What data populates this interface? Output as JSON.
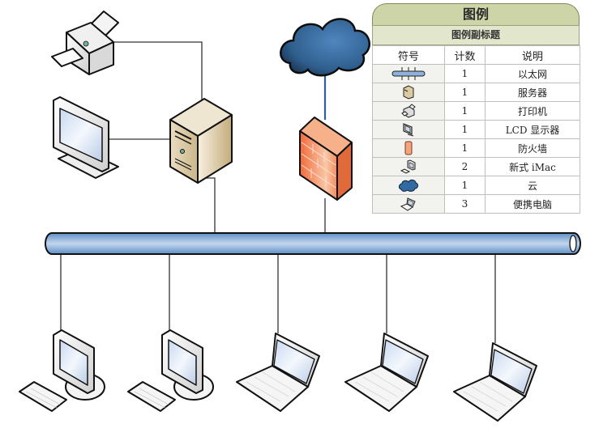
{
  "diagram": {
    "type": "network-topology",
    "backbone": {
      "label": "以太网",
      "color": "#7ba7d6"
    },
    "upper_devices": [
      {
        "id": "printer",
        "type": "打印机"
      },
      {
        "id": "lcd-monitor",
        "type": "LCD 显示器"
      },
      {
        "id": "server",
        "type": "服务器"
      },
      {
        "id": "cloud",
        "type": "云"
      },
      {
        "id": "firewall",
        "type": "防火墙"
      }
    ],
    "lower_devices": [
      {
        "id": "imac-1",
        "type": "新式 iMac"
      },
      {
        "id": "imac-2",
        "type": "新式 iMac"
      },
      {
        "id": "laptop-1",
        "type": "便携电脑"
      },
      {
        "id": "laptop-2",
        "type": "便携电脑"
      },
      {
        "id": "laptop-3",
        "type": "便携电脑"
      }
    ],
    "connections": [
      [
        "printer",
        "server"
      ],
      [
        "lcd-monitor",
        "server"
      ],
      [
        "server",
        "backbone"
      ],
      [
        "cloud",
        "firewall"
      ],
      [
        "firewall",
        "backbone"
      ],
      [
        "backbone",
        "imac-1"
      ],
      [
        "backbone",
        "imac-2"
      ],
      [
        "backbone",
        "laptop-1"
      ],
      [
        "backbone",
        "laptop-2"
      ],
      [
        "backbone",
        "laptop-3"
      ]
    ]
  },
  "legend": {
    "title": "图例",
    "subtitle": "图例副标题",
    "headers": {
      "symbol": "符号",
      "count": "计数",
      "description": "说明"
    },
    "rows": [
      {
        "icon": "ethernet-icon",
        "count": "1",
        "description": "以太网"
      },
      {
        "icon": "server-icon",
        "count": "1",
        "description": "服务器"
      },
      {
        "icon": "printer-icon",
        "count": "1",
        "description": "打印机"
      },
      {
        "icon": "lcd-monitor-icon",
        "count": "1",
        "description": "LCD 显示器"
      },
      {
        "icon": "firewall-icon",
        "count": "1",
        "description": "防火墙"
      },
      {
        "icon": "imac-icon",
        "count": "2",
        "description": "新式 iMac"
      },
      {
        "icon": "cloud-icon",
        "count": "1",
        "description": "云"
      },
      {
        "icon": "laptop-icon",
        "count": "3",
        "description": "便携电脑"
      }
    ],
    "colors": {
      "title_bg": "#cdd5a8",
      "subtitle_bg": "#e2e6cc",
      "border": "#bfbfbf"
    }
  }
}
